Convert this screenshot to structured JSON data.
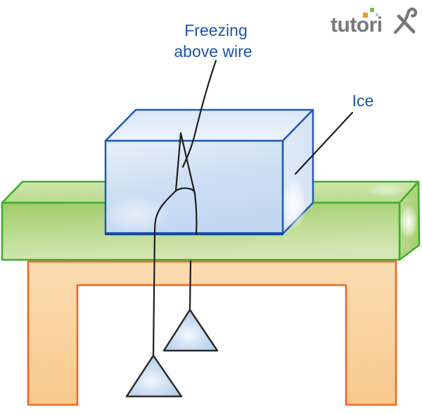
{
  "diagram": {
    "freezing_label": {
      "line1": "Freezing",
      "line2": "above wire"
    },
    "ice_label": "Ice"
  },
  "logo": {
    "brand": "tutorix",
    "text_display": "tutori"
  },
  "colors": {
    "label_blue": "#1C55A8",
    "wire": "#1F1F1F",
    "ice_outline": "#1E5BB5",
    "ice_bottom_edge": "#14499F",
    "green_outline": "#3FAE2A",
    "orange_outline": "#F26822",
    "triangle_outline": "#2B2B2B",
    "logo_gray": "#77787B",
    "logo_orange": "#F7941E",
    "logo_green": "#6FBE44",
    "logo_light_blue": "#A9C9E8"
  }
}
